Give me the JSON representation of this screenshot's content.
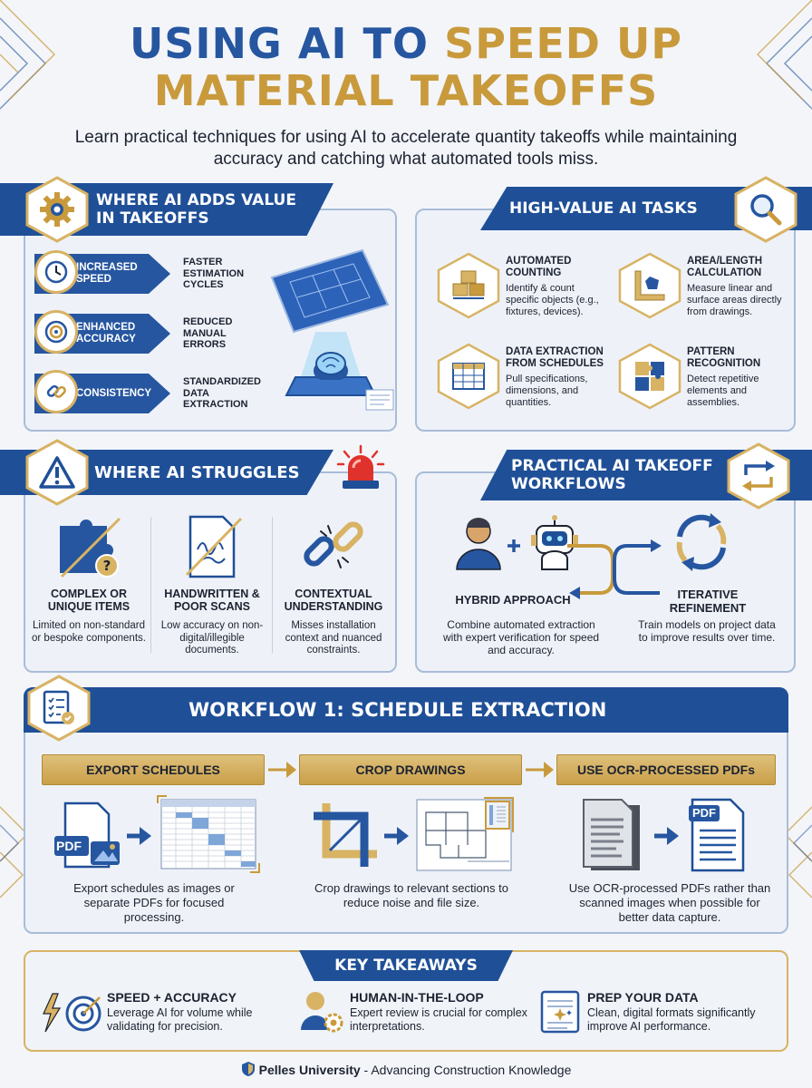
{
  "title": {
    "part1": "USING AI TO",
    "part2": "SPEED UP",
    "part3": "MATERIAL TAKEOFFS"
  },
  "subtitle": "Learn practical techniques for using AI to accelerate quantity takeoffs while maintaining accuracy and catching what automated tools miss.",
  "value_section": {
    "heading_line1": "WHERE AI ADDS VALUE",
    "heading_line2": "IN TAKEOFFS",
    "rows": [
      {
        "pill": "INCREASED SPEED",
        "label": "FASTER ESTIMATION CYCLES",
        "icon": "clock-icon"
      },
      {
        "pill": "ENHANCED ACCURACY",
        "label": "REDUCED MANUAL ERRORS",
        "icon": "target-icon"
      },
      {
        "pill": "CONSISTENCY",
        "label": "STANDARDIZED DATA EXTRACTION",
        "icon": "chain-link-icon"
      }
    ]
  },
  "tasks_section": {
    "heading": "HIGH-VALUE AI TASKS",
    "tasks": [
      {
        "title": "AUTOMATED COUNTING",
        "desc": "Identify & count specific objects (e.g., fixtures, devices).",
        "icon": "boxes-icon"
      },
      {
        "title": "AREA/LENGTH CALCULATION",
        "desc": "Measure linear and surface areas directly from drawings.",
        "icon": "ruler-icon"
      },
      {
        "title": "DATA EXTRACTION FROM SCHEDULES",
        "desc": "Pull specifications, dimensions, and quantities.",
        "icon": "table-icon"
      },
      {
        "title": "PATTERN RECOGNITION",
        "desc": "Detect repetitive elements and assemblies.",
        "icon": "puzzle-icon"
      }
    ]
  },
  "struggles_section": {
    "heading": "WHERE AI STRUGGLES",
    "items": [
      {
        "title": "COMPLEX OR UNIQUE ITEMS",
        "desc": "Limited on non-standard or bespoke components."
      },
      {
        "title": "HANDWRITTEN & POOR SCANS",
        "desc": "Low accuracy on non-digital/illegible documents."
      },
      {
        "title": "CONTEXTUAL UNDERSTANDING",
        "desc": "Misses installation context and nuanced constraints."
      }
    ]
  },
  "workflows_section": {
    "heading_line1": "PRACTICAL AI TAKEOFF",
    "heading_line2": "WORKFLOWS",
    "hybrid_title": "HYBRID APPROACH",
    "hybrid_desc": "Combine automated extraction with expert verification for speed and accuracy.",
    "iter_title": "ITERATIVE REFINEMENT",
    "iter_desc": "Train models on project data to improve results over time."
  },
  "workflow1": {
    "heading": "WORKFLOW 1: SCHEDULE EXTRACTION",
    "steps": [
      {
        "label": "EXPORT SCHEDULES",
        "desc": "Export schedules as images or separate PDFs for focused processing."
      },
      {
        "label": "CROP DRAWINGS",
        "desc": "Crop drawings to relevant sections to reduce noise and file size."
      },
      {
        "label": "USE OCR-PROCESSED PDFs",
        "desc": "Use OCR-processed PDFs rather than scanned images when possible for better data capture."
      }
    ],
    "pdf_label": "PDF"
  },
  "takeaways": {
    "heading": "KEY TAKEAWAYS",
    "items": [
      {
        "title": "SPEED + ACCURACY",
        "desc": "Leverage AI for volume while validating for precision."
      },
      {
        "title": "HUMAN-IN-THE-LOOP",
        "desc": "Expert review is crucial for complex interpretations."
      },
      {
        "title": "PREP YOUR DATA",
        "desc": "Clean, digital formats significantly improve AI performance."
      }
    ]
  },
  "footer": {
    "brand": "Pelles University",
    "tagline": " - Advancing Construction Knowledge"
  },
  "colors": {
    "blue": "#2656a0",
    "navy": "#1f4f97",
    "gold": "#c99a3c"
  }
}
